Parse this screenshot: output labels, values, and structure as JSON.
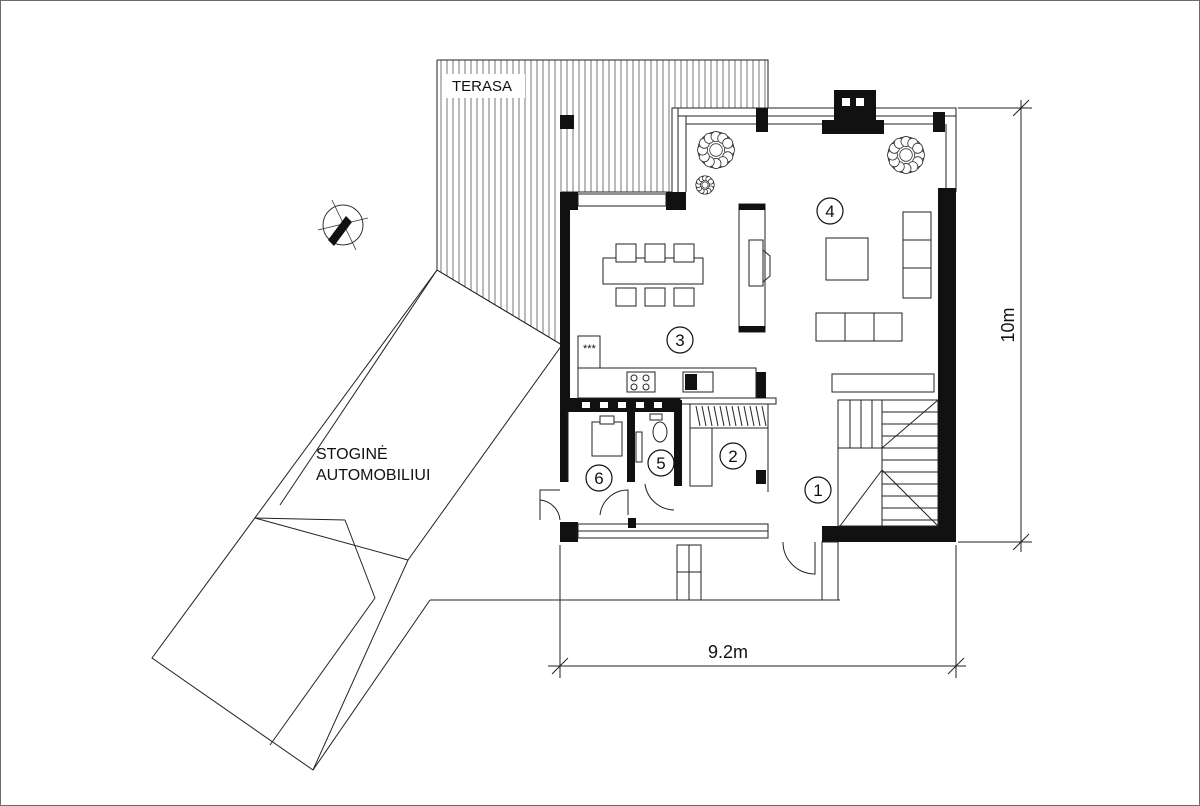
{
  "labels": {
    "terrace": "TERASA",
    "carport_line1": "STOGINĖ",
    "carport_line2": "AUTOMOBILIUI",
    "dim_width": "9.2m",
    "dim_height": "10m"
  },
  "rooms": [
    {
      "number": "1"
    },
    {
      "number": "2"
    },
    {
      "number": "3"
    },
    {
      "number": "4"
    },
    {
      "number": "5"
    },
    {
      "number": "6"
    }
  ],
  "stove_mark": "***",
  "colors": {
    "line": "#222222",
    "wall": "#111111",
    "background": "#ffffff"
  }
}
